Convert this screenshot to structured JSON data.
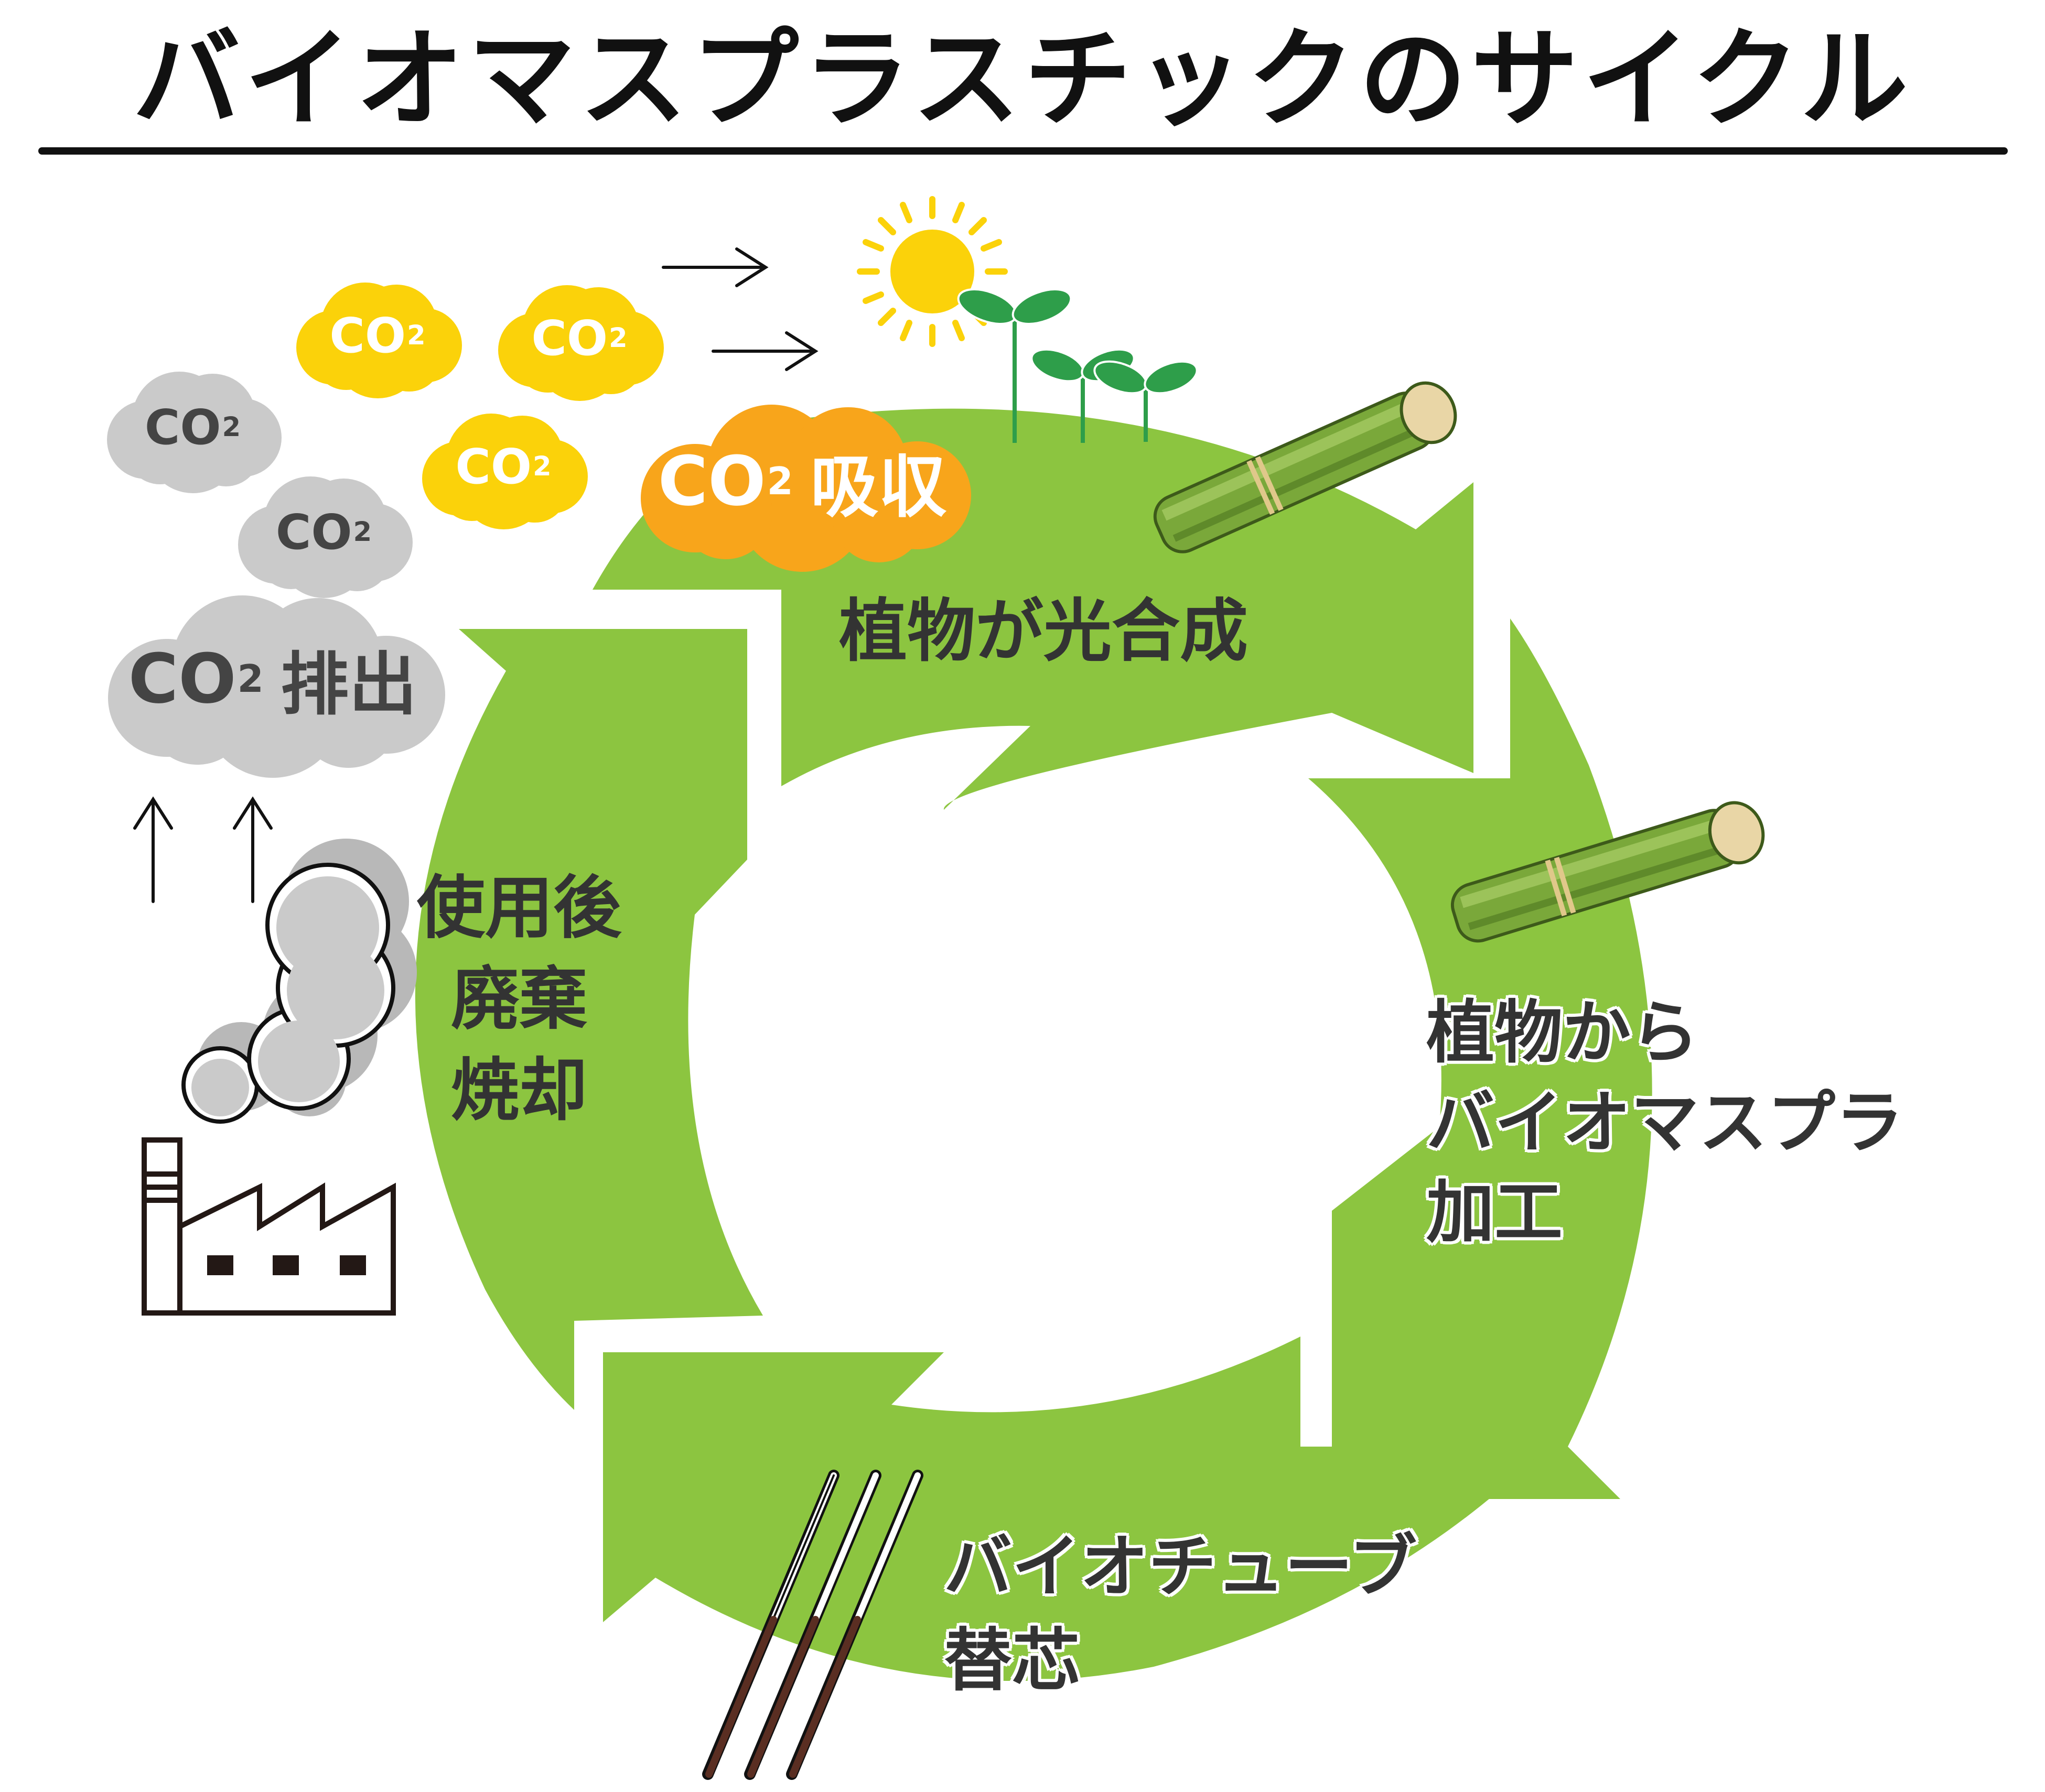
{
  "title": "バイオマスプラスチックのサイクル",
  "stages": {
    "photosynthesis": "植物が光合成",
    "processing": "植物から\nバイオマスプラ\n加工",
    "product": "バイオチューブ\n替芯",
    "disposal": "使用後\n廃棄\n焼却"
  },
  "clouds": {
    "co2": "CO",
    "subscript": "2",
    "absorb": "吸収",
    "emit": "排出"
  },
  "colors": {
    "cycle_green": "#8cc540",
    "co2_yellow": "#fbd20a",
    "co2_orange": "#f8a51b",
    "co2_gray": "#cacaca",
    "text_dark": "#333333",
    "sun": "#fbd20a",
    "sprout": "#2e9e4a",
    "cane": "#7aa83a"
  },
  "icons": [
    "sun-icon",
    "sprout-icon",
    "sugarcane-icon",
    "refill-pens-icon",
    "factory-icon",
    "smoke-icon",
    "arrow-right-icon",
    "arrow-up-icon"
  ]
}
